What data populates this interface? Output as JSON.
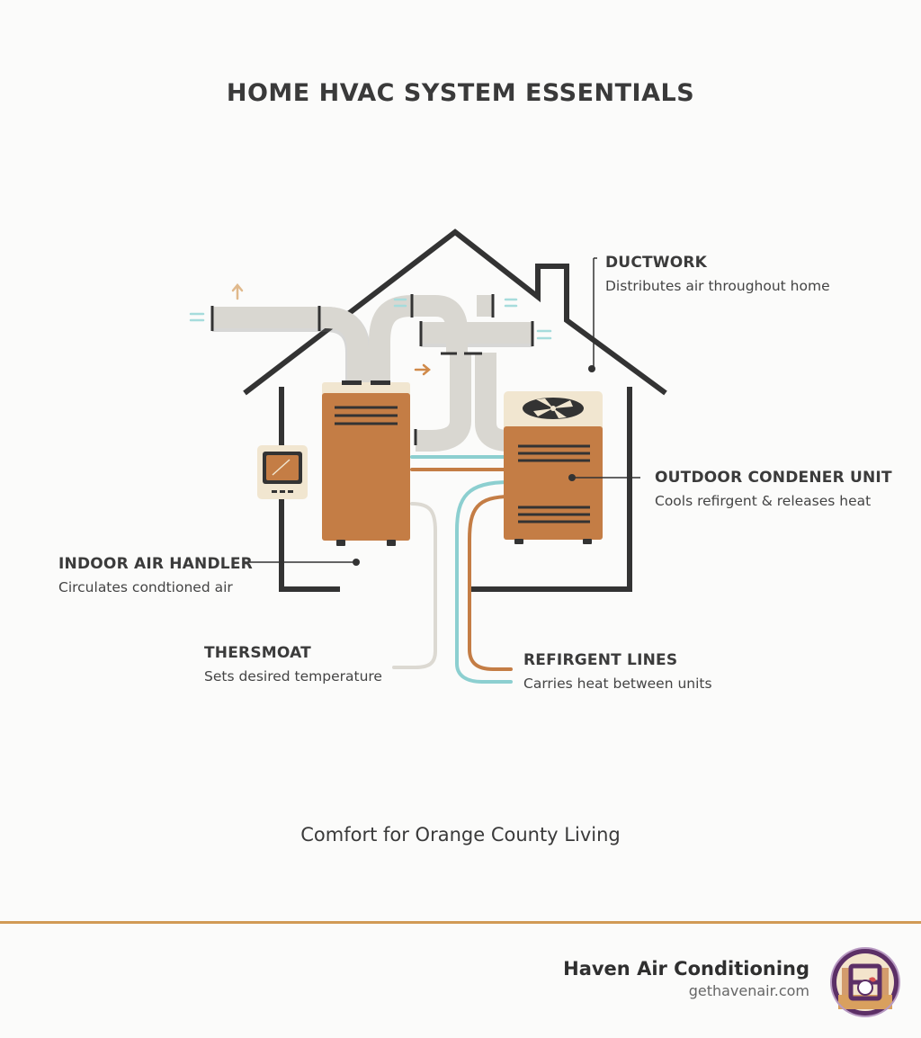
{
  "title": "HOME HVAC SYSTEM ESSENTIALS",
  "labels": {
    "ductwork": {
      "heading": "DUCTWORK",
      "desc": "Distributes air throughout home"
    },
    "condenser": {
      "heading": "OUTDOOR CONDENER UNIT",
      "desc": "Cools refirgent & releases heat"
    },
    "air_handler": {
      "heading": "INDOOR AIR HANDLER",
      "desc": "Circulates condtioned air"
    },
    "thermostat": {
      "heading": "THERSMOAT",
      "desc": "Sets desired temperature"
    },
    "refrigerant": {
      "heading": "REFIRGENT LINES",
      "desc": "Carries heat between units"
    }
  },
  "tagline": "Comfort for Orange County Living",
  "footer": {
    "brand_name": "Haven Air Conditioning",
    "url": "gethavenair.com"
  },
  "colors": {
    "accent_copper": "#c47d45",
    "refrigerant_teal": "#8ccfd0",
    "outline": "#333333",
    "duct_gray": "#d8d6d0",
    "footer_rule": "#d19a55",
    "logo_purple": "#5c2f66"
  }
}
